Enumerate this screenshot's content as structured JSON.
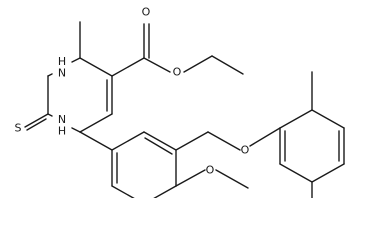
{
  "structure": {
    "atoms": {
      "o_carbonyl": "O",
      "o_ester": "O",
      "n_top": "H\nN",
      "n_bottom": "N\nH",
      "s_thione": "S",
      "o_ether_methoxy": "O",
      "o_benzyl_ether": "O"
    }
  }
}
